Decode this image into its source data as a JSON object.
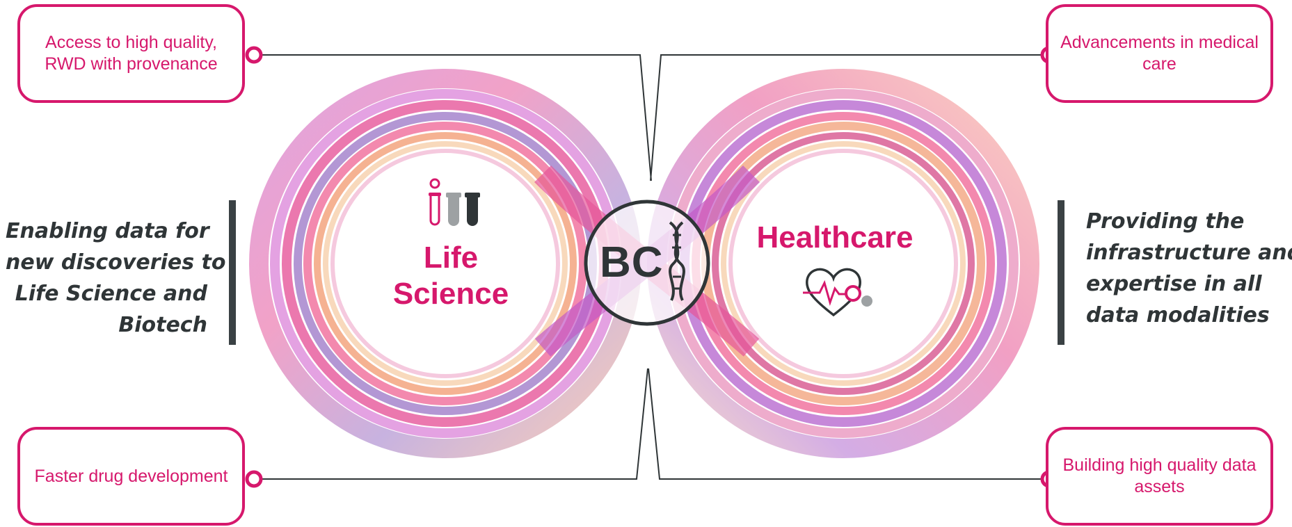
{
  "boxes": {
    "top_left": "Access to high quality, RWD with provenance",
    "top_right": "Advancements in medical care",
    "bottom_left": "Faster drug development",
    "bottom_right": "Building high quality data assets"
  },
  "left_statement": {
    "lines": [
      "Enabling data for",
      "new discoveries to",
      "Life Science and",
      "Biotech"
    ]
  },
  "right_statement": {
    "lines": [
      "Providing the",
      "infrastructure and",
      "expertise in all",
      "data modalities"
    ]
  },
  "loops": {
    "left": {
      "title_line1": "Life",
      "title_line2": "Science",
      "icon": "test-tubes-icon"
    },
    "right": {
      "title": "Healthcare",
      "icon": "heart-pulse-icon"
    }
  },
  "center_logo": {
    "text": "BC",
    "icon": "dna-helix-icon"
  },
  "colors": {
    "accent": "#d6186c",
    "text_dark": "#2f3537",
    "bar": "#3a4144",
    "ribbon": [
      "#c45ac7",
      "#e6569a",
      "#9a74c6",
      "#f3a57f",
      "#f06c9a",
      "#d77ad6",
      "#f7c9a0"
    ]
  }
}
